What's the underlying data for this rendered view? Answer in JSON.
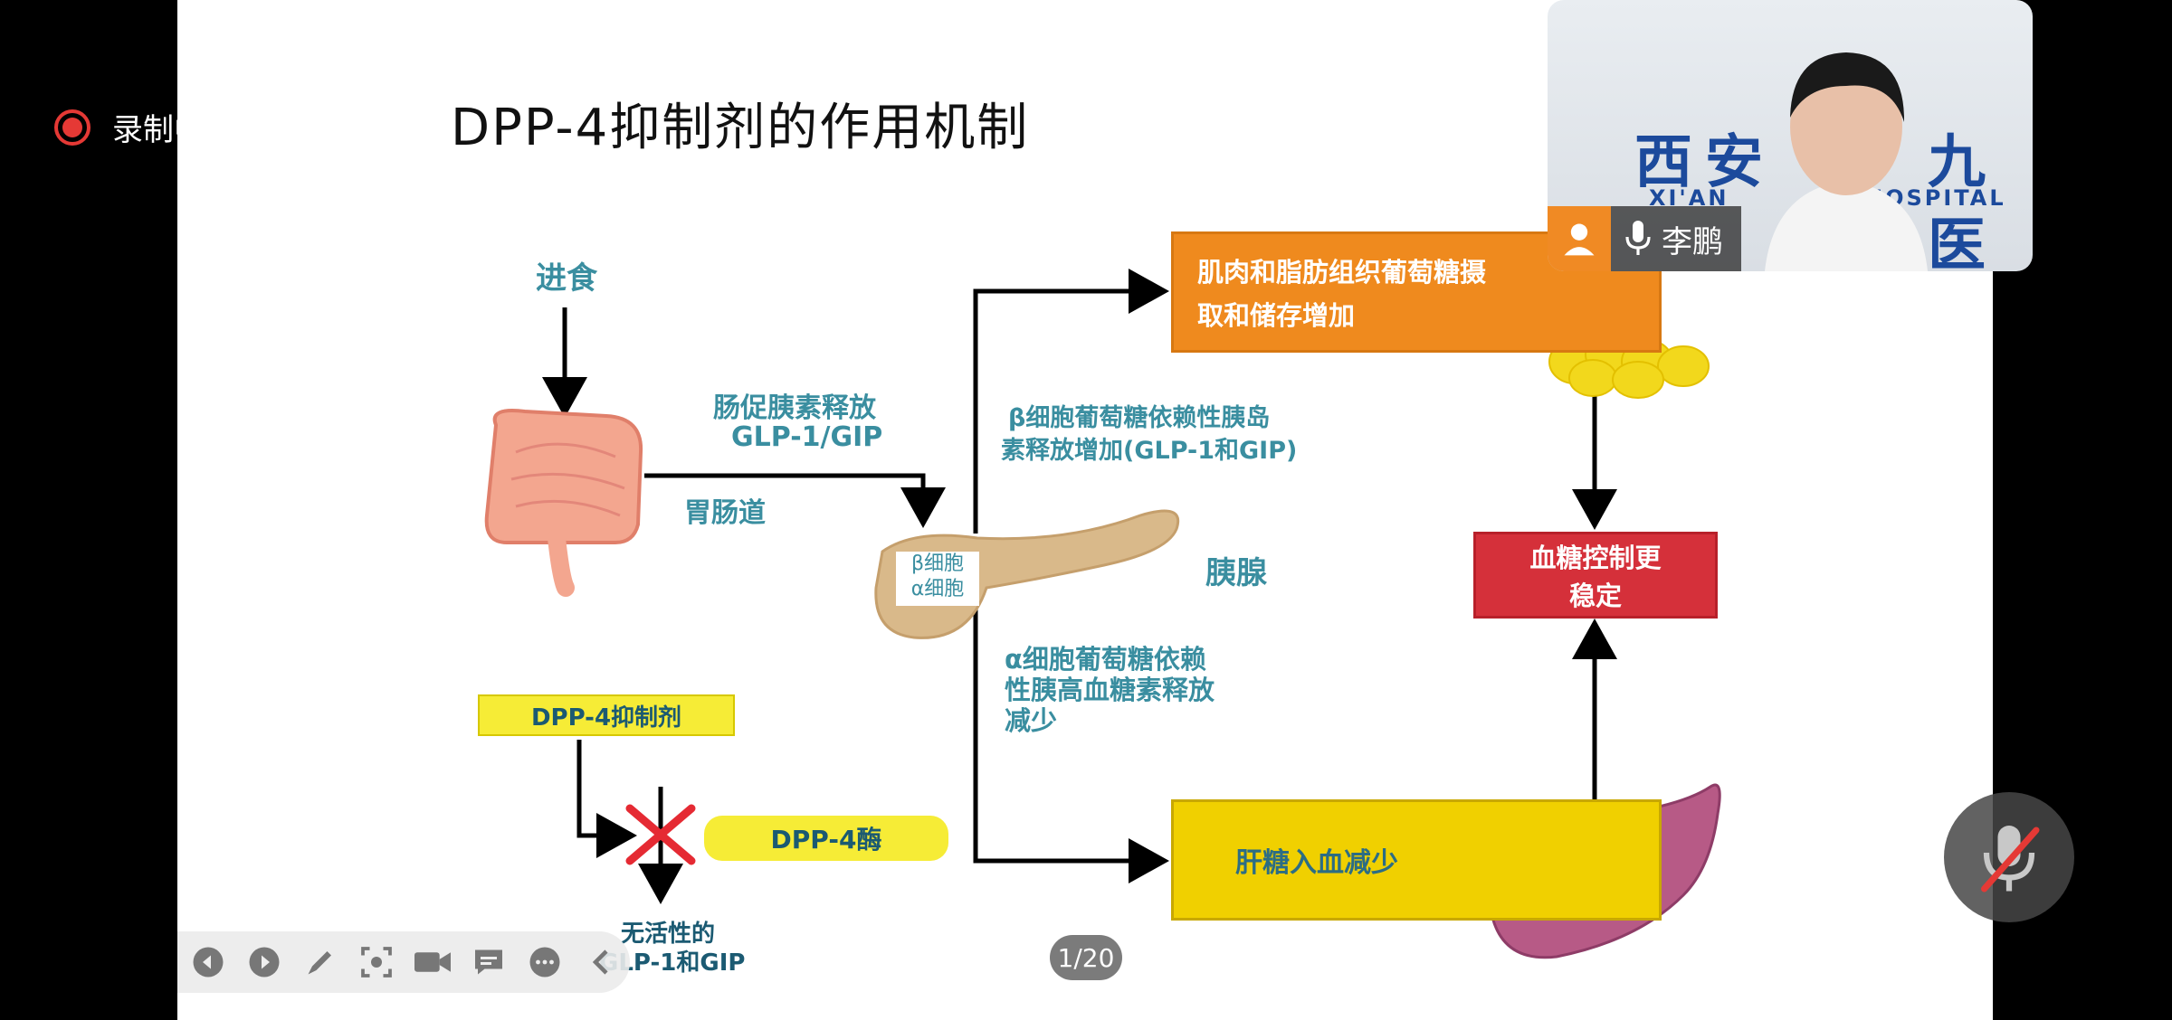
{
  "recording": {
    "label": "录制中"
  },
  "slide": {
    "title": "DPP-4抑制剂的作用机制",
    "eating": "进食",
    "incretin_release_1": "肠促胰素释放",
    "incretin_release_2": "GLP-1/GIP",
    "gut": "胃肠道",
    "pancreas_beta": "β细胞",
    "pancreas_alpha": "α细胞",
    "pancreas": "胰腺",
    "beta_text_1": "β细胞葡萄糖依赖性胰岛",
    "beta_text_2": "素释放增加(GLP-1和GIP)",
    "alpha_text_1": "α细胞葡萄糖依赖",
    "alpha_text_2": "性胰高血糖素释放",
    "alpha_text_3": "减少",
    "muscle_fat_1": "肌肉和脂肪组织葡萄糖摄",
    "muscle_fat_2": "取和储存增加",
    "glucose_control_1": "血糖控制更",
    "glucose_control_2": "稳定",
    "liver": "肝糖入血减少",
    "dpp4_inhibitor": "DPP-4抑制剂",
    "dpp4_enzyme": "DPP-4酶",
    "inactive_1": "无活性的",
    "inactive_2": "GLP-1和GIP"
  },
  "video": {
    "speaker_name": "李鹏",
    "hospital_cn_a": "西安",
    "hospital_cn_b": "九医院",
    "hospital_en_a": "XI'AN",
    "hospital_en_b": "HOSPITAL"
  },
  "page_indicator": "1/20",
  "colors": {
    "teal_text": "#3a8ea0",
    "orange_box": "#ef8a1e",
    "yellow_box": "#f0d000",
    "red_box": "#d5303a",
    "record_red": "#e53935",
    "accent_orange": "#f08a24"
  },
  "toolbar_icons": [
    "prev-icon",
    "next-icon",
    "pen-icon",
    "screenshot-icon",
    "camera-icon",
    "chat-icon",
    "more-icon",
    "collapse-icon"
  ]
}
